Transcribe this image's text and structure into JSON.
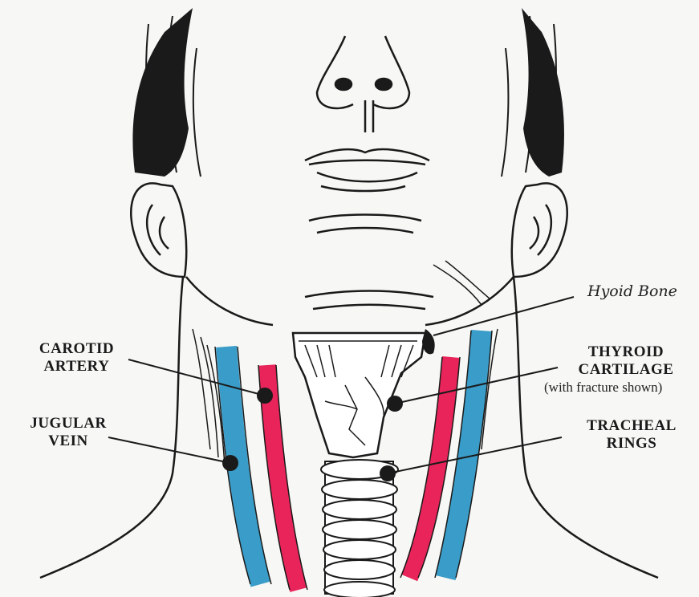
{
  "labels": {
    "hyoid": "Hyoid Bone",
    "carotid_line1": "CAROTID",
    "carotid_line2": "ARTERY",
    "thyroid_line1": "THYROID",
    "thyroid_line2": "CARTILAGE",
    "thyroid_note": "(with fracture shown)",
    "jugular_line1": "JUGULAR",
    "jugular_line2": "VEIN",
    "tracheal_line1": "TRACHEAL",
    "tracheal_line2": "RINGS"
  },
  "colors": {
    "vein": "#3a9cc8",
    "artery": "#e8245a",
    "ink": "#1a1a1a",
    "paper": "#f7f7f5"
  }
}
